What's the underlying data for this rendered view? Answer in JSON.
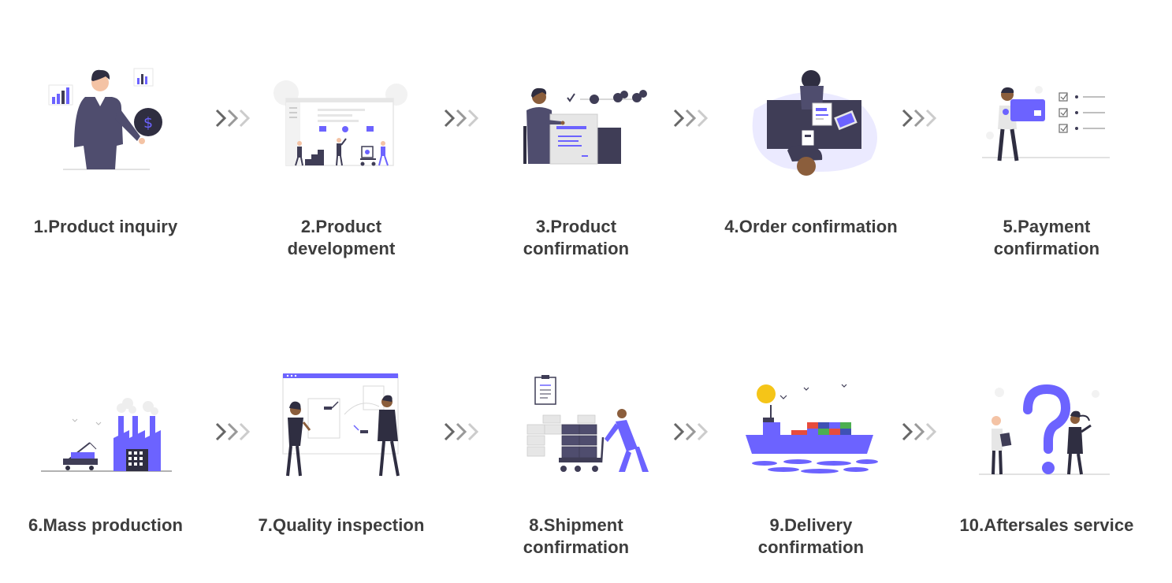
{
  "steps": [
    {
      "label": "1.Product inquiry",
      "icon": "person-money-icon"
    },
    {
      "label": "2.Product\ndevelopment",
      "icon": "dashboard-team-icon"
    },
    {
      "label": "3.Product\nconfirmation",
      "icon": "person-board-timeline-icon"
    },
    {
      "label": "4.Order confirmation",
      "icon": "meeting-table-icon"
    },
    {
      "label": "5.Payment\nconfirmation",
      "icon": "person-card-checklist-icon"
    },
    {
      "label": "6.Mass production",
      "icon": "factory-icon"
    },
    {
      "label": "7.Quality inspection",
      "icon": "presentation-board-icon"
    },
    {
      "label": "8.Shipment\nconfirmation",
      "icon": "worker-cart-boxes-icon"
    },
    {
      "label": "9.Delivery\nconfirmation",
      "icon": "cargo-ship-icon"
    },
    {
      "label": "10.Aftersales service",
      "icon": "question-mark-people-icon"
    }
  ],
  "colors": {
    "accent": "#6c63ff",
    "dark": "#3f3d56",
    "text": "#3d3d3d",
    "chevron_dark": "#666666",
    "chevron_mid": "#999999",
    "chevron_light": "#cccccc"
  }
}
